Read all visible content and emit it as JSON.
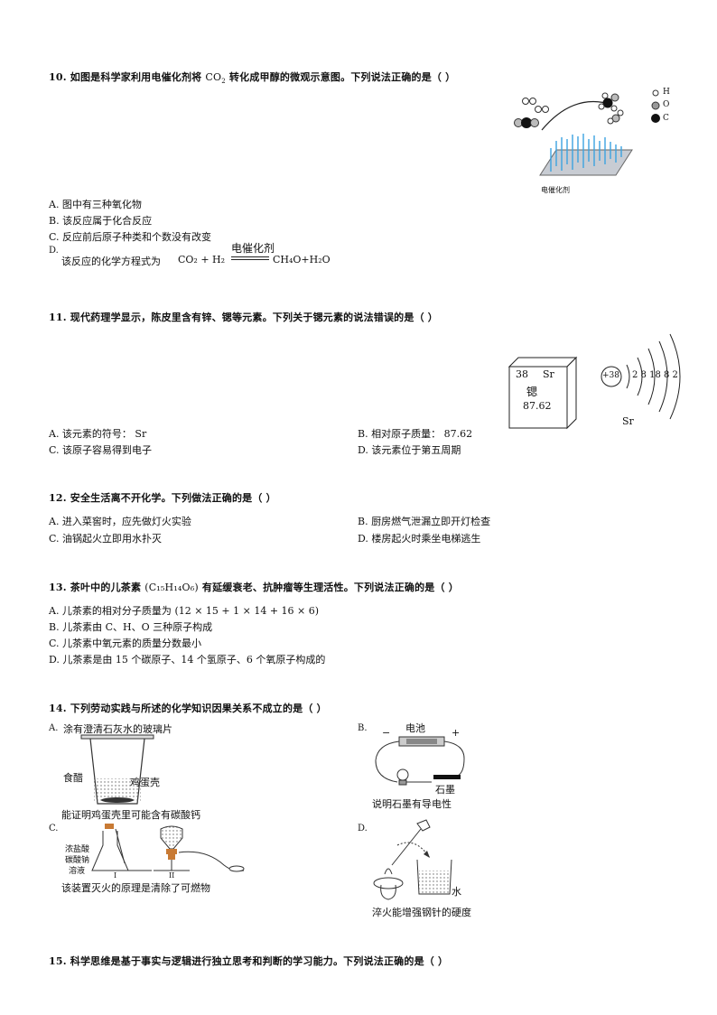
{
  "q10": {
    "stem_pre": "10.  如图是科学家利用电催化剂将 ",
    "co2_text": "CO",
    "co2_sub": "2",
    "stem_post": " 转化成甲醇的微观示意图。下列说法正确的是（      ）",
    "legend": [
      "H",
      "O",
      "C"
    ],
    "catalyst_label": "电催化剂",
    "options": {
      "A": "A. 图中有三种氧化物",
      "B": "B. 该反应属于化合反应",
      "C": "C. 反应前后原子种类和个数没有改变",
      "D_prefix": "D.",
      "D_text": "该反应的化学方程式为",
      "eq_left": "CO₂ + H₂",
      "eq_condition": "电催化剂",
      "eq_right": "CH₄O+H₂O"
    }
  },
  "q11": {
    "stem": "11.  现代药理学显示，陈皮里含有锌、锶等元素。下列关于锶元素的说法错误的是（      ）",
    "tile": {
      "number": "38",
      "symbol": "Sr",
      "name": "锶",
      "mass": "87.62"
    },
    "atom": {
      "nucleus": "+38",
      "shells": "2 8 18 8 2",
      "label": "Sr"
    },
    "options": {
      "A": "A. 该元素的符号： Sr",
      "B": "B. 相对原子质量： 87.62",
      "C": "C. 该原子容易得到电子",
      "D": "D. 该元素位于第五周期"
    }
  },
  "q12": {
    "stem": "12.  安全生活离不开化学。下列做法正确的是（      ）",
    "options": {
      "A": "A. 进入菜窖时，应先做灯火实验",
      "B": "B. 厨房燃气泄漏立即开灯检查",
      "C": "C. 油锅起火立即用水扑灭",
      "D": "D. 楼房起火时乘坐电梯逃生"
    }
  },
  "q13": {
    "stem_pre": "13.  茶叶中的儿茶素 ",
    "formula": "(C₁₅H₁₄O₆)",
    "stem_post": " 有延缓衰老、抗肿瘤等生理活性。下列说法正确的是（      ）",
    "options": {
      "A_text": "A. 儿茶素的相对分子质量为 ",
      "A_expr": "(12 × 15 + 1 × 14 + 16 × 6)",
      "B": "B. 儿茶素由  C、H、O  三种原子构成",
      "C": "C. 儿茶素中氧元素的质量分数最小",
      "D": "D. 儿茶素是由  15  个碳原子、14  个氢原子、6  个氧原子构成的"
    }
  },
  "q14": {
    "stem": "14.  下列劳动实践与所述的化学知识因果关系不成立的是（      ）",
    "A": {
      "letter": "A.",
      "top_label": "涂有澄清石灰水的玻璃片",
      "label_vinegar": "食醋",
      "label_shell": "鸡蛋壳",
      "caption": "能证明鸡蛋壳里可能含有碳酸钙"
    },
    "B": {
      "letter": "B.",
      "battery_label": "电池",
      "minus": "−",
      "plus": "+",
      "graphite_label": "石墨",
      "caption": "说明石墨有导电性"
    },
    "C": {
      "letter": "C.",
      "label_acid": "浓盐酸",
      "label_na2co3": "碳酸钠",
      "label_solution": "溶液",
      "mark_1": "I",
      "mark_2": "II",
      "caption": "该装置灭火的原理是清除了可燃物"
    },
    "D": {
      "letter": "D.",
      "water_label": "水",
      "caption": "淬火能增强钢针的硬度"
    }
  },
  "q15": {
    "stem": "15.  科学思维是基于事实与逻辑进行独立思考和判断的学习能力。下列说法正确的是（      ）"
  }
}
